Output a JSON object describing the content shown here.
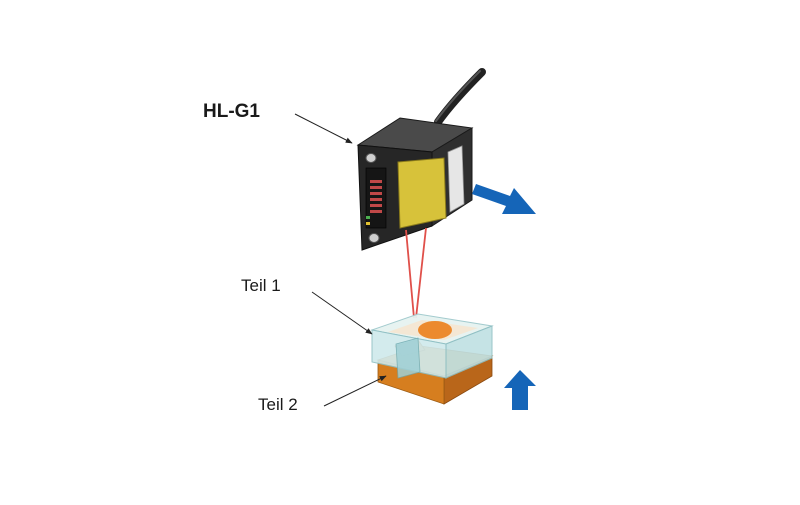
{
  "labels": {
    "sensor": "HL-G1",
    "part1": "Teil 1",
    "part2": "Teil 2"
  },
  "icons": {
    "sensor": "laser-displacement-sensor",
    "movement_right": "arrow-right-down-icon",
    "movement_up": "arrow-up-icon"
  },
  "colors": {
    "background": "#ffffff",
    "sensor_body": "#2b2b2b",
    "sensor_window": "#d8c43c",
    "laser": "#e0504a",
    "part1_translucent": "#cfe9ec",
    "part1_spot": "#ec8a2e",
    "part2_body": "#d97e1e",
    "arrow": "#1565b8",
    "leader_line": "#222222"
  }
}
